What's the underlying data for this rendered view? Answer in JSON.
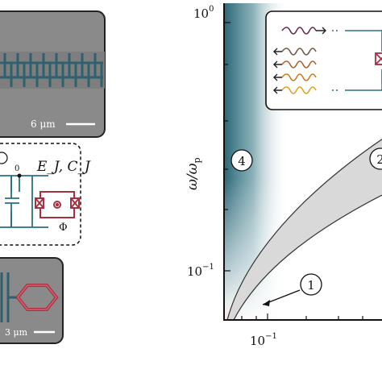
{
  "left_panels": {
    "scale_top": "6 μm",
    "scale_bottom": "3 μm",
    "circuit_node": "0",
    "circuit_params": "E_J, C_J",
    "flux_label": "Φ"
  },
  "plot": {
    "ylabel_main": "ω/ω",
    "ylabel_sub": "p",
    "ytick_top_base": "10",
    "ytick_top_exp": "0",
    "ytick_mid_base": "10",
    "ytick_mid_exp": "−1",
    "xtick_base": "10",
    "xtick_exp": "−1",
    "region_4": "4",
    "region_1": "1",
    "region_2": "2"
  },
  "colors": {
    "teal": "#1f5e6e",
    "red": "#e52a1a",
    "band_fill": "#d9d9d9",
    "photo_bg": "#8a8a8a",
    "circuit_teal": "#2a7080",
    "junction_red": "#a83040"
  },
  "chart_data": {
    "type": "area",
    "title": "",
    "xlabel": "",
    "ylabel": "ω/ω_p",
    "yscale": "log",
    "xscale": "log",
    "ylim": [
      0.06,
      1.0
    ],
    "y_ticks": [
      "10^-1",
      "10^0"
    ],
    "x_ticks": [
      "10^-1"
    ],
    "regions": [
      "1",
      "2",
      "4"
    ]
  }
}
